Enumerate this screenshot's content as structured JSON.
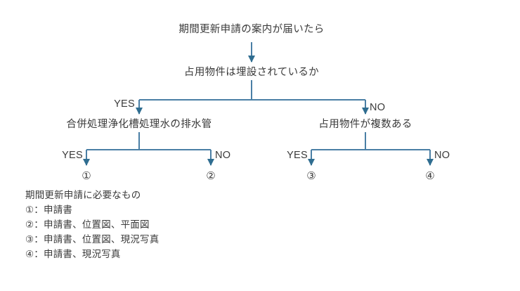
{
  "colors": {
    "background": "#ffffff",
    "connector": "#4a7fa5",
    "text": "#3a3a3a"
  },
  "diagram": {
    "nodes": {
      "start": "期間更新申請の案内が届いたら",
      "question_buried": "占用物件は埋設されているか",
      "branch_left": "合併処理浄化槽処理水の排水管",
      "branch_right": "占用物件が複数ある"
    },
    "edge_labels": {
      "main_yes": "YES",
      "main_no": "NO",
      "left_yes": "YES",
      "left_no": "NO",
      "right_yes": "YES",
      "right_no": "NO"
    },
    "outcomes": {
      "one": "①",
      "two": "②",
      "three": "③",
      "four": "④"
    }
  },
  "legend": {
    "title": "期間更新申請に必要なもの",
    "items": [
      "①：申請書",
      "②：申請書、位置図、平面図",
      "③：申請書、位置図、現況写真",
      "④：申請書、現況写真"
    ]
  }
}
